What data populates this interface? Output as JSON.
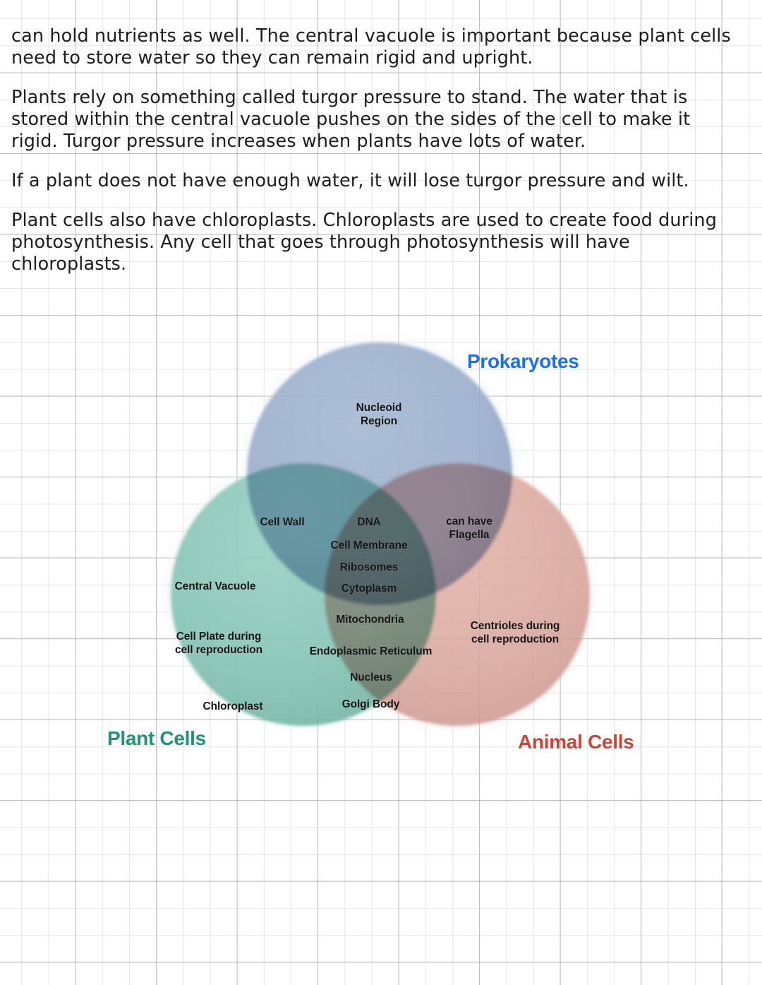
{
  "page": {
    "background": "graph-paper",
    "grid_color": "#96989e"
  },
  "notes": {
    "paragraphs": [
      "can hold nutrients as well. The central vacuole is important because plant cells need to store water so they can remain rigid and upright.",
      "Plants rely on something called turgor pressure to stand. The water that is stored within the central vacuole pushes on the sides of the cell to make it rigid. Turgor pressure increases when plants have lots of water.",
      "If a plant does not have enough water, it will lose turgor pressure and wilt.",
      "Plant cells also have chloroplasts. Chloroplasts are used to create food during photosynthesis. Any cell that goes through photosynthesis will have chloroplasts."
    ]
  },
  "venn": {
    "titles": {
      "prokaryotes": "Prokaryotes",
      "plant": "Plant Cells",
      "animal": "Animal Cells"
    },
    "colors": {
      "prokaryotes_circle": "#8ba2c4",
      "plant_circle": "#6fb8a8",
      "animal_circle": "#d6998f",
      "prokaryotes_text": "#1f6fe0",
      "plant_text": "#239077",
      "animal_text": "#c8453a",
      "label_text": "#141414"
    },
    "regions": {
      "prokaryotes_only": [
        "Nucleoid\nRegion"
      ],
      "prokaryotes_plant": [
        "Cell Wall"
      ],
      "prokaryotes_animal": [
        "can have\nFlagella"
      ],
      "all_three": [
        "DNA",
        "Cell Membrane",
        "Ribosomes",
        "Cytoplasm"
      ],
      "plant_animal": [
        "Mitochondria",
        "Endoplasmic Reticulum",
        "Nucleus",
        "Golgi Body"
      ],
      "plant_only": [
        "Central Vacuole",
        "Cell Plate during\ncell reproduction",
        "Chloroplast"
      ],
      "animal_only": [
        "Centrioles during\ncell reproduction"
      ]
    }
  }
}
